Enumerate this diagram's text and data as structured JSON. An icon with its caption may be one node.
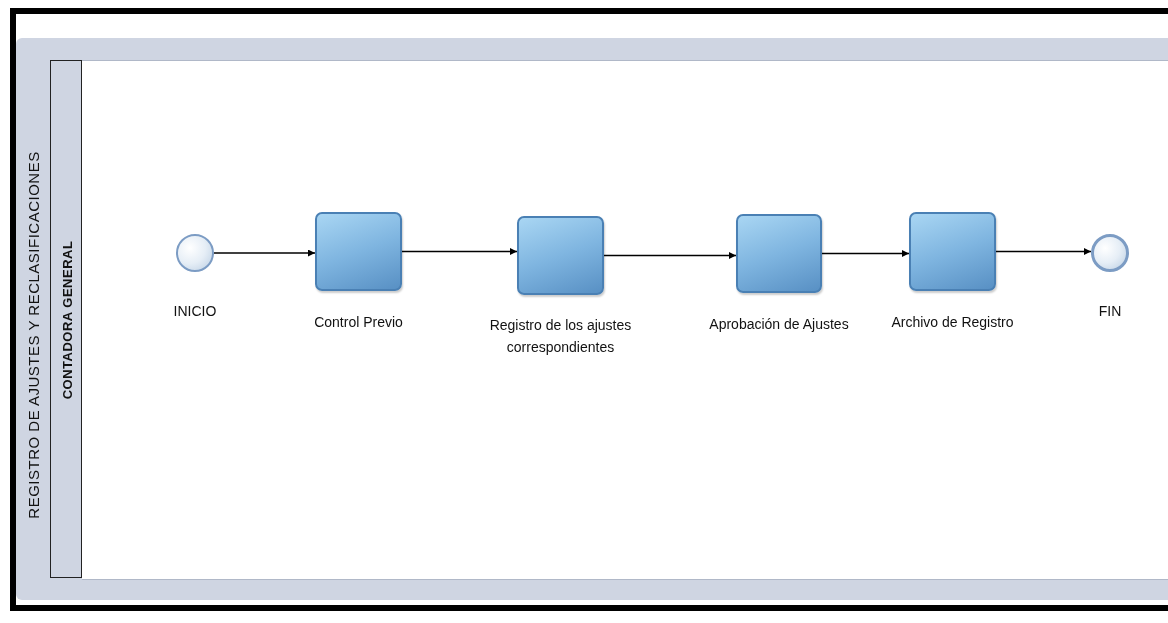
{
  "diagram": {
    "nodes": [
      {
        "text": [
          "REGISTRO DE AJUSTES Y RECLASIFICACIONES"
        ]
      },
      {
        "text": [
          "CONTADORA GENERAL"
        ],
        "in": 0
      },
      {
        "text": [
          "INICIO"
        ],
        "in": 1
      },
      {
        "text": [
          "Control Previo"
        ],
        "in": 1
      },
      {
        "text": [
          "Registro de los ajustes correspondientes"
        ],
        "in": 1
      },
      {
        "text": [
          "Aprobación de Ajustes"
        ],
        "in": 1
      },
      {
        "text": [
          "Archivo de Registro"
        ],
        "in": 1
      },
      {
        "text": [
          "FIN"
        ],
        "in": 1
      }
    ],
    "edges": [
      {
        "from": 2,
        "to": 3,
        "arrow": "to"
      },
      {
        "from": 3,
        "to": 4,
        "arrow": "to"
      },
      {
        "from": 4,
        "to": 5,
        "arrow": "to"
      },
      {
        "from": 5,
        "to": 6,
        "arrow": "to"
      },
      {
        "from": 6,
        "to": 7,
        "arrow": "to"
      }
    ]
  }
}
